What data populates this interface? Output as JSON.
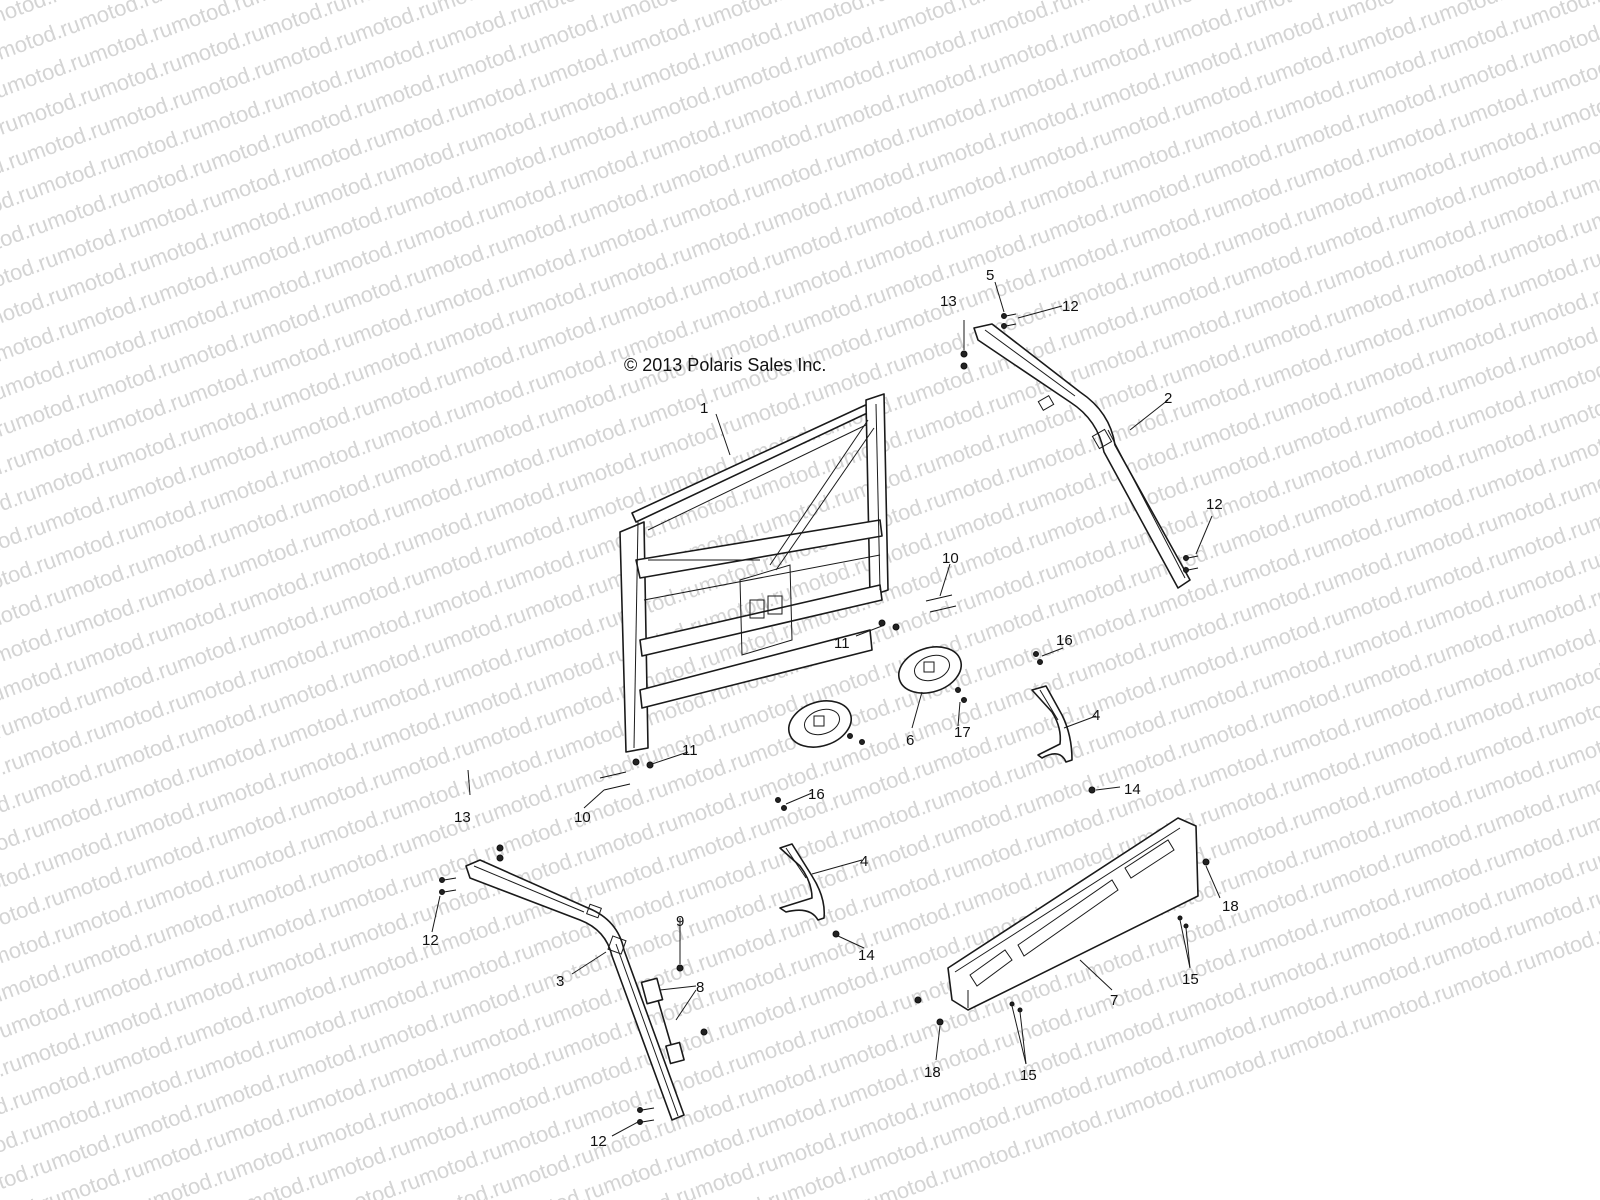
{
  "copyright": "© 2013 Polaris Sales Inc.",
  "watermark_text": "motod.ru",
  "callouts": [
    {
      "id": "c1",
      "label": "1"
    },
    {
      "id": "c2",
      "label": "2"
    },
    {
      "id": "c3",
      "label": "3"
    },
    {
      "id": "c4a",
      "label": "4"
    },
    {
      "id": "c4b",
      "label": "4"
    },
    {
      "id": "c5",
      "label": "5"
    },
    {
      "id": "c6",
      "label": "6"
    },
    {
      "id": "c7",
      "label": "7"
    },
    {
      "id": "c8",
      "label": "8"
    },
    {
      "id": "c9",
      "label": "9"
    },
    {
      "id": "c10a",
      "label": "10"
    },
    {
      "id": "c10b",
      "label": "10"
    },
    {
      "id": "c11a",
      "label": "11"
    },
    {
      "id": "c11b",
      "label": "11"
    },
    {
      "id": "c12a",
      "label": "12"
    },
    {
      "id": "c12b",
      "label": "12"
    },
    {
      "id": "c12c",
      "label": "12"
    },
    {
      "id": "c12d",
      "label": "12"
    },
    {
      "id": "c13a",
      "label": "13"
    },
    {
      "id": "c13b",
      "label": "13"
    },
    {
      "id": "c14a",
      "label": "14"
    },
    {
      "id": "c14b",
      "label": "14"
    },
    {
      "id": "c15a",
      "label": "15"
    },
    {
      "id": "c15b",
      "label": "15"
    },
    {
      "id": "c16a",
      "label": "16"
    },
    {
      "id": "c16b",
      "label": "16"
    },
    {
      "id": "c17",
      "label": "17"
    },
    {
      "id": "c18a",
      "label": "18"
    },
    {
      "id": "c18b",
      "label": "18"
    }
  ]
}
